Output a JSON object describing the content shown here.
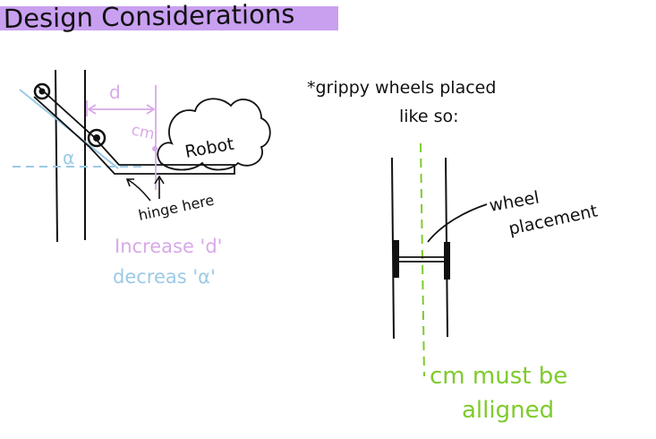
{
  "title": "Design Considerations",
  "colors": {
    "highlight": "#c9a0f0",
    "ink": "#111111",
    "purple": "#d8a9e8",
    "blue": "#9cc9e6",
    "green": "#7ecb2c"
  },
  "left_diagram": {
    "label_d": "d",
    "label_cm": "cm",
    "label_alpha": "α",
    "label_robot": "Robot",
    "label_hinge": "hinge here",
    "note_line1": "Increase 'd'",
    "note_line2": "decreas 'α'"
  },
  "right_diagram": {
    "note_line1": "*grippy wheels placed",
    "note_line2": "like so:",
    "wheel_label_line1": "wheel",
    "wheel_label_line2": "placement",
    "cm_note_line1": "cm must be",
    "cm_note_line2": "alligned"
  }
}
